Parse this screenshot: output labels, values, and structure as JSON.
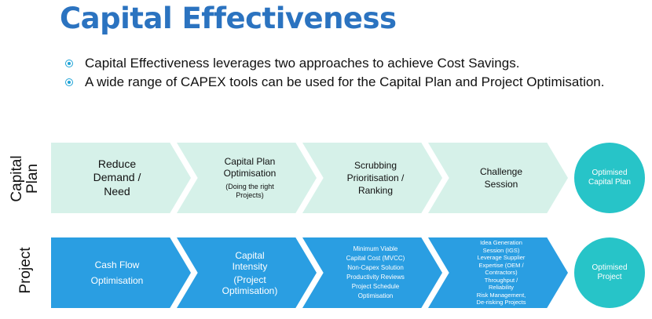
{
  "title": "Capital Effectiveness",
  "bullets": [
    "Capital Effectiveness leverages two approaches to achieve Cost Savings.",
    "A wide range of CAPEX tools can be used for the Capital Plan and Project Optimisation."
  ],
  "rows": {
    "plan": {
      "label_line1": "Capital",
      "label_line2": "Plan",
      "steps": [
        {
          "lines": [
            "Reduce",
            "Demand /",
            "Need"
          ]
        },
        {
          "lines": [
            "Capital Plan",
            "Optimisation"
          ],
          "sub": [
            "(Doing the right",
            "Projects)"
          ]
        },
        {
          "lines": [
            "Scrubbing",
            "Prioritisation /",
            "Ranking"
          ]
        },
        {
          "lines": [
            "Challenge",
            "Session"
          ]
        }
      ],
      "outcome": "Optimised Capital Plan"
    },
    "project": {
      "label": "Project",
      "steps": [
        {
          "lines": [
            "Cash Flow",
            "Optimisation"
          ]
        },
        {
          "lines": [
            "Capital",
            "Intensity",
            "(Project",
            "Optimisation)"
          ]
        },
        {
          "lines": [
            "Minimum Viable",
            "Capital Cost (MVCC)",
            "Non-Capex Solution",
            "Productivity Reviews",
            "Project Schedule",
            "Optimisation"
          ]
        },
        {
          "lines": [
            "Idea Generation",
            "Session (IGS)",
            "Leverage Supplier",
            "Expertise (OEM /",
            "Contractors)",
            "Throughput /",
            "Reliability",
            "Risk Management,",
            "De-risking Projects"
          ]
        }
      ],
      "outcome": "Optimised Project"
    }
  },
  "colors": {
    "title": "#2b73c0",
    "plan_chevron": "#d6f1e9",
    "project_chevron": "#2a9ee2",
    "outcome_circle": "#27c4c8",
    "bullet": "#1fa3d6"
  }
}
